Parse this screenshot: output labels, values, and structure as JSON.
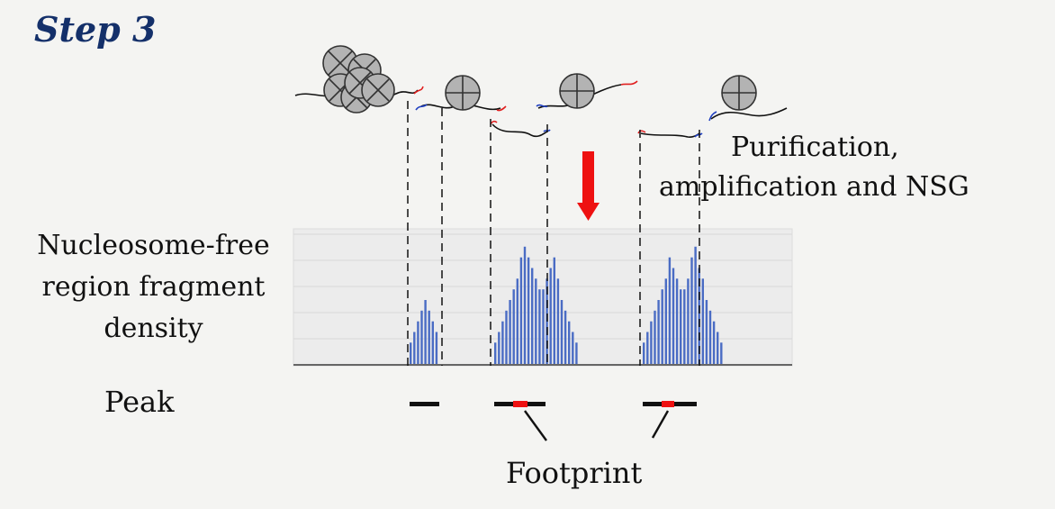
{
  "title": "Step 3",
  "labels": {
    "purification_line1": "Purification,",
    "purification_line2": "amplification and NSG",
    "density_line1": "Nucleosome-free",
    "density_line2": "region fragment",
    "density_line3": "density",
    "peak": "Peak",
    "footprint": "Footprint"
  },
  "colors": {
    "title": "#14306a",
    "bars": "#4a6cc4",
    "arrow": "#ee1111",
    "footprint": "#ee1111",
    "nucleosome": "#b3b3b3",
    "panel": "#ececec"
  },
  "chart_data": {
    "type": "bar",
    "groups": [
      {
        "name": "",
        "values": [
          2,
          3,
          4,
          5,
          6,
          5,
          4,
          3
        ]
      },
      {
        "name": "",
        "values": [
          2,
          3,
          4,
          5,
          6,
          7,
          8,
          10,
          11,
          10,
          9,
          8,
          7,
          7,
          8,
          9,
          10,
          8,
          6,
          5,
          4,
          3,
          2
        ]
      },
      {
        "name": "",
        "values": [
          2,
          3,
          4,
          5,
          6,
          7,
          8,
          10,
          9,
          8,
          7,
          7,
          8,
          10,
          11,
          9,
          8,
          6,
          5,
          4,
          3,
          2
        ]
      }
    ],
    "ylim": [
      0,
      12
    ],
    "grid": true
  }
}
